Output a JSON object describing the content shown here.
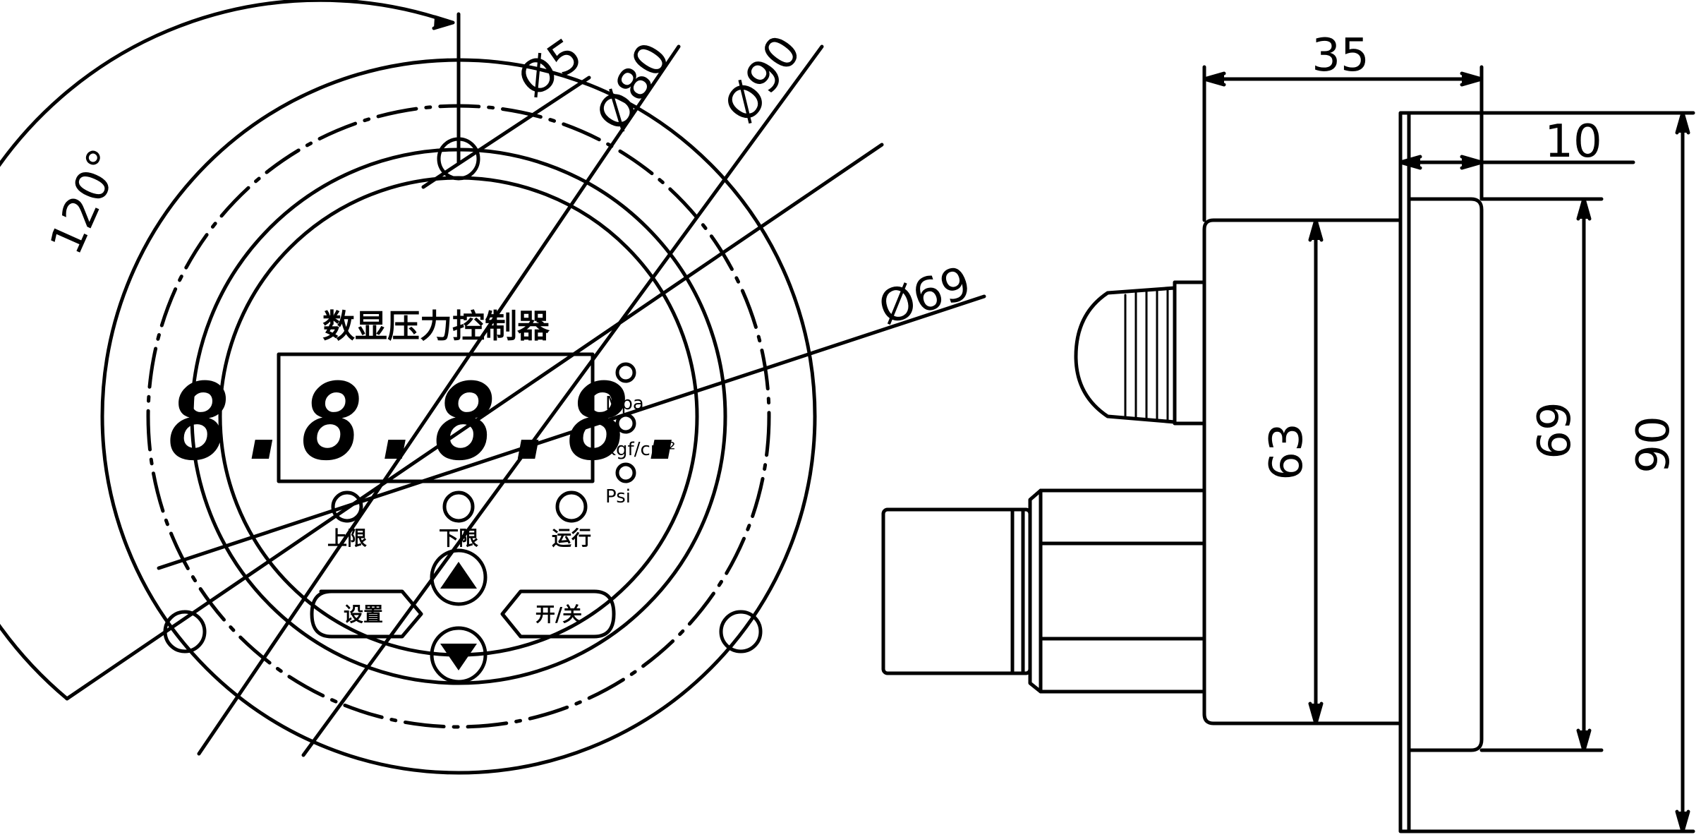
{
  "front_view": {
    "title": "数显压力控制器",
    "display": "8.8.8.8.",
    "units": [
      "Mpa",
      "kgf/cm²",
      "Psi"
    ],
    "indicators": [
      "上限",
      "下限",
      "运行"
    ],
    "buttons": {
      "set": "设置",
      "power": "开/关"
    }
  },
  "dimensions": {
    "hole": "Ø5",
    "d80": "Ø80",
    "d90": "Ø90",
    "d69": "Ø69",
    "angle": "120°"
  },
  "side_view": {
    "depth": "35",
    "flange": "10",
    "h63": "63",
    "h69": "69",
    "h90": "90"
  }
}
